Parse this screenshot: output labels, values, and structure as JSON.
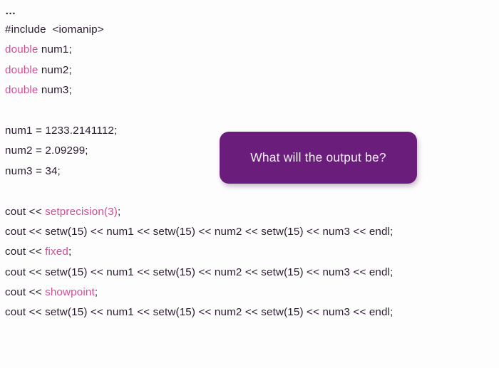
{
  "slide": {
    "background_color": "#fefdfe",
    "code_text_color": "#2b1b2e",
    "keyword_color": "#d14d96"
  },
  "code": {
    "lines": [
      {
        "type": "ellipsis",
        "segments": [
          {
            "text": "…",
            "kind": "plain"
          }
        ]
      },
      {
        "type": "code",
        "segments": [
          {
            "text": "#include  <iomanip>",
            "kind": "plain"
          }
        ]
      },
      {
        "type": "code",
        "segments": [
          {
            "text": "double",
            "kind": "keyword"
          },
          {
            "text": " num1;",
            "kind": "plain"
          }
        ]
      },
      {
        "type": "code",
        "segments": [
          {
            "text": "double",
            "kind": "keyword"
          },
          {
            "text": " num2;",
            "kind": "plain"
          }
        ]
      },
      {
        "type": "code",
        "segments": [
          {
            "text": "double",
            "kind": "keyword"
          },
          {
            "text": " num3;",
            "kind": "plain"
          }
        ]
      },
      {
        "type": "blank",
        "segments": []
      },
      {
        "type": "code",
        "segments": [
          {
            "text": "num1 = 1233.2141112;",
            "kind": "plain"
          }
        ]
      },
      {
        "type": "code",
        "segments": [
          {
            "text": "num2 = 2.09299;",
            "kind": "plain"
          }
        ]
      },
      {
        "type": "code",
        "segments": [
          {
            "text": "num3 = 34;",
            "kind": "plain"
          }
        ]
      },
      {
        "type": "blank",
        "segments": []
      },
      {
        "type": "code",
        "segments": [
          {
            "text": "cout << ",
            "kind": "plain"
          },
          {
            "text": "setprecision(3)",
            "kind": "keyword"
          },
          {
            "text": ";",
            "kind": "plain"
          }
        ]
      },
      {
        "type": "code",
        "segments": [
          {
            "text": "cout << setw(15) << num1 << setw(15) << num2 << setw(15) << num3 << endl;",
            "kind": "plain"
          }
        ]
      },
      {
        "type": "code",
        "segments": [
          {
            "text": "cout << ",
            "kind": "plain"
          },
          {
            "text": "fixed",
            "kind": "keyword"
          },
          {
            "text": ";",
            "kind": "plain"
          }
        ]
      },
      {
        "type": "code",
        "segments": [
          {
            "text": "cout << setw(15) << num1 << setw(15) << num2 << setw(15) << num3 << endl;",
            "kind": "plain"
          }
        ]
      },
      {
        "type": "code",
        "segments": [
          {
            "text": "cout << ",
            "kind": "plain"
          },
          {
            "text": "showpoint",
            "kind": "keyword"
          },
          {
            "text": ";",
            "kind": "plain"
          }
        ]
      },
      {
        "type": "code",
        "segments": [
          {
            "text": "cout << setw(15) << num1 << setw(15) << num2 << setw(15) << num3 << endl;",
            "kind": "plain"
          }
        ]
      }
    ]
  },
  "callout": {
    "text": "What will the output be?",
    "background_color": "#6b1d7c",
    "text_color": "#f4eef6"
  }
}
